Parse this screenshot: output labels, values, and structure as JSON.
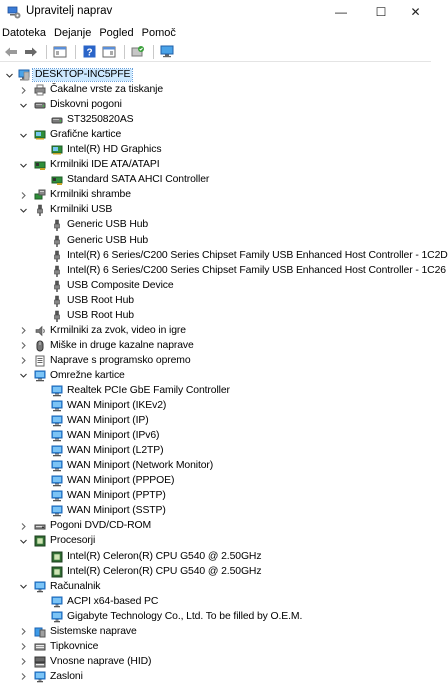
{
  "window": {
    "title": "Upravitelj naprav",
    "minimize": "—",
    "maximize": "☐",
    "close": "✕"
  },
  "menu": [
    "Datoteka",
    "Dejanje",
    "Pogled",
    "Pomoč"
  ],
  "toolbar_icons": [
    "back-arrow-icon",
    "forward-arrow-icon",
    "properties-icon",
    "help-icon",
    "details-icon",
    "update-driver-icon",
    "scan-hardware-icon"
  ],
  "tree": [
    {
      "label": "DESKTOP-INC5PFE",
      "level": 0,
      "state": "expanded",
      "icon": "computer-icon"
    },
    {
      "label": "Čakalne vrste za tiskanje",
      "level": 1,
      "state": "collapsed",
      "icon": "printer-icon"
    },
    {
      "label": "Diskovni pogoni",
      "level": 1,
      "state": "expanded",
      "icon": "disk-drive-icon"
    },
    {
      "label": "ST3250820AS",
      "level": 2,
      "state": "leaf",
      "icon": "disk-drive-icon"
    },
    {
      "label": "Grafične kartice",
      "level": 1,
      "state": "expanded",
      "icon": "display-adapter-icon"
    },
    {
      "label": "Intel(R) HD Graphics",
      "level": 2,
      "state": "leaf",
      "icon": "display-adapter-icon"
    },
    {
      "label": "Krmilniki IDE ATA/ATAPI",
      "level": 1,
      "state": "expanded",
      "icon": "ide-controller-icon"
    },
    {
      "label": "Standard SATA AHCI Controller",
      "level": 2,
      "state": "leaf",
      "icon": "ide-controller-icon"
    },
    {
      "label": "Krmilniki shrambe",
      "level": 1,
      "state": "collapsed",
      "icon": "storage-controller-icon"
    },
    {
      "label": "Krmilniki USB",
      "level": 1,
      "state": "expanded",
      "icon": "usb-icon"
    },
    {
      "label": "Generic USB Hub",
      "level": 2,
      "state": "leaf",
      "icon": "usb-icon"
    },
    {
      "label": "Generic USB Hub",
      "level": 2,
      "state": "leaf",
      "icon": "usb-icon"
    },
    {
      "label": "Intel(R) 6 Series/C200 Series Chipset Family USB Enhanced Host Controller - 1C2D",
      "level": 2,
      "state": "leaf",
      "icon": "usb-icon"
    },
    {
      "label": "Intel(R) 6 Series/C200 Series Chipset Family USB Enhanced Host Controller - 1C26",
      "level": 2,
      "state": "leaf",
      "icon": "usb-icon"
    },
    {
      "label": "USB Composite Device",
      "level": 2,
      "state": "leaf",
      "icon": "usb-icon"
    },
    {
      "label": "USB Root Hub",
      "level": 2,
      "state": "leaf",
      "icon": "usb-icon"
    },
    {
      "label": "USB Root Hub",
      "level": 2,
      "state": "leaf",
      "icon": "usb-icon"
    },
    {
      "label": "Krmilniki za zvok, video in igre",
      "level": 1,
      "state": "collapsed",
      "icon": "speaker-icon"
    },
    {
      "label": "Miške in druge kazalne naprave",
      "level": 1,
      "state": "collapsed",
      "icon": "mouse-icon"
    },
    {
      "label": "Naprave s programsko opremo",
      "level": 1,
      "state": "collapsed",
      "icon": "software-device-icon"
    },
    {
      "label": "Omrežne kartice",
      "level": 1,
      "state": "expanded",
      "icon": "network-adapter-icon"
    },
    {
      "label": "Realtek PCIe GbE Family Controller",
      "level": 2,
      "state": "leaf",
      "icon": "network-adapter-icon"
    },
    {
      "label": "WAN Miniport (IKEv2)",
      "level": 2,
      "state": "leaf",
      "icon": "network-adapter-icon"
    },
    {
      "label": "WAN Miniport (IP)",
      "level": 2,
      "state": "leaf",
      "icon": "network-adapter-icon"
    },
    {
      "label": "WAN Miniport (IPv6)",
      "level": 2,
      "state": "leaf",
      "icon": "network-adapter-icon"
    },
    {
      "label": "WAN Miniport (L2TP)",
      "level": 2,
      "state": "leaf",
      "icon": "network-adapter-icon"
    },
    {
      "label": "WAN Miniport (Network Monitor)",
      "level": 2,
      "state": "leaf",
      "icon": "network-adapter-icon"
    },
    {
      "label": "WAN Miniport (PPPOE)",
      "level": 2,
      "state": "leaf",
      "icon": "network-adapter-icon"
    },
    {
      "label": "WAN Miniport (PPTP)",
      "level": 2,
      "state": "leaf",
      "icon": "network-adapter-icon"
    },
    {
      "label": "WAN Miniport (SSTP)",
      "level": 2,
      "state": "leaf",
      "icon": "network-adapter-icon"
    },
    {
      "label": "Pogoni DVD/CD-ROM",
      "level": 1,
      "state": "collapsed",
      "icon": "dvd-drive-icon"
    },
    {
      "label": "Procesorji",
      "level": 1,
      "state": "expanded",
      "icon": "processor-icon"
    },
    {
      "label": "Intel(R) Celeron(R) CPU G540 @ 2.50GHz",
      "level": 2,
      "state": "leaf",
      "icon": "processor-icon"
    },
    {
      "label": "Intel(R) Celeron(R) CPU G540 @ 2.50GHz",
      "level": 2,
      "state": "leaf",
      "icon": "processor-icon"
    },
    {
      "label": "Računalnik",
      "level": 1,
      "state": "expanded",
      "icon": "monitor-icon"
    },
    {
      "label": "ACPI x64-based PC",
      "level": 2,
      "state": "leaf",
      "icon": "monitor-icon"
    },
    {
      "label": "Gigabyte Technology Co., Ltd. To be filled by O.E.M.",
      "level": 2,
      "state": "leaf",
      "icon": "monitor-icon"
    },
    {
      "label": "Sistemske naprave",
      "level": 1,
      "state": "collapsed",
      "icon": "system-device-icon"
    },
    {
      "label": "Tipkovnice",
      "level": 1,
      "state": "collapsed",
      "icon": "keyboard-icon"
    },
    {
      "label": "Vnosne naprave (HID)",
      "level": 1,
      "state": "collapsed",
      "icon": "hid-icon"
    },
    {
      "label": "Zasloni",
      "level": 1,
      "state": "collapsed",
      "icon": "monitor-icon"
    }
  ]
}
